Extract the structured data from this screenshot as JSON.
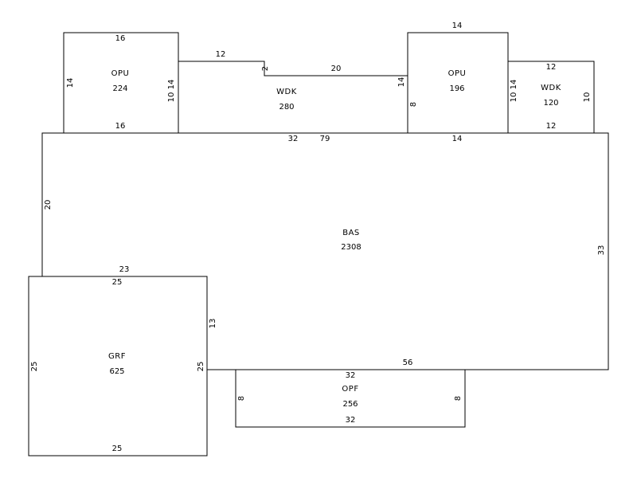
{
  "areas": {
    "bas": {
      "code": "BAS",
      "area": "2308"
    },
    "grf": {
      "code": "GRF",
      "area": "625"
    },
    "opf": {
      "code": "OPF",
      "area": "256"
    },
    "opu_left": {
      "code": "OPU",
      "area": "224"
    },
    "wdk_mid": {
      "code": "WDK",
      "area": "280"
    },
    "opu_right": {
      "code": "OPU",
      "area": "196"
    },
    "wdk_right": {
      "code": "WDK",
      "area": "120"
    }
  },
  "dims": {
    "opu_left_top": "16",
    "opu_left_left": "14",
    "opu_left_right": "10 14",
    "opu_left_bottom": "16",
    "wdk_mid_top": "12",
    "wdk_mid_step": "2",
    "wdk_mid_top2": "20",
    "wdk_mid_left": "14",
    "opu_right_top": "14",
    "opu_right_left": "8",
    "opu_right_right": "10 14",
    "opu_right_bottom": "14",
    "wdk_right_top": "12",
    "wdk_right_right": "10",
    "wdk_right_bottom": "12",
    "bas_top_a": "32",
    "bas_top_b": "79",
    "bas_left": "20",
    "bas_right": "33",
    "bas_bottom": "56",
    "bas_step": "23",
    "bas_inner": "13",
    "grf_top": "25",
    "grf_left": "25",
    "grf_right": "25",
    "grf_bottom": "25",
    "opf_top": "32",
    "opf_left": "8",
    "opf_right": "8",
    "opf_bottom": "32"
  }
}
